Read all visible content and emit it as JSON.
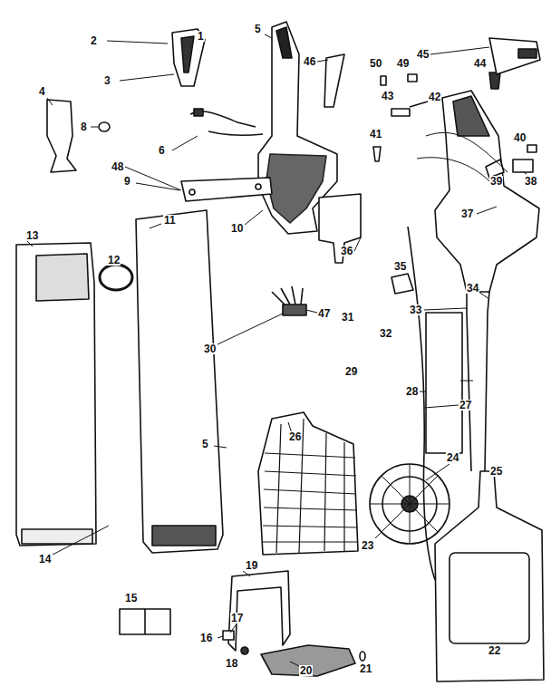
{
  "diagram": {
    "labels": [
      "1",
      "2",
      "3",
      "4",
      "5",
      "5",
      "6",
      "8",
      "9",
      "10",
      "11",
      "12",
      "13",
      "14",
      "15",
      "16",
      "17",
      "18",
      "19",
      "20",
      "21",
      "22",
      "23",
      "24",
      "25",
      "26",
      "27",
      "28",
      "29",
      "30",
      "31",
      "32",
      "33",
      "34",
      "35",
      "36",
      "37",
      "38",
      "39",
      "40",
      "41",
      "42",
      "43",
      "44",
      "45",
      "46",
      "47",
      "48",
      "49",
      "50"
    ]
  }
}
